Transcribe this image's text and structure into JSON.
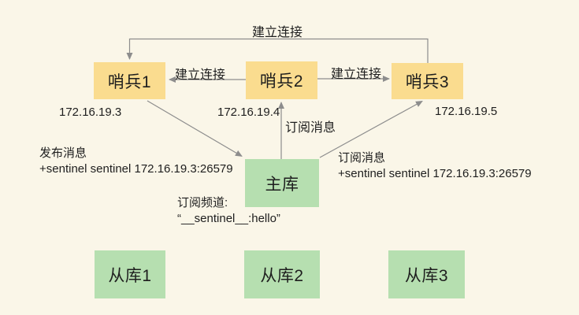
{
  "diagram": {
    "kind": "redis-sentinel-architecture",
    "colors": {
      "background": "#FAF6E8",
      "sentinel_box": "#FADC8F",
      "db_box": "#B6DFB0",
      "arrow": "#8D8D8D",
      "text": "#1E1E1E"
    },
    "nodes": {
      "sentinel1": {
        "label": "哨兵1",
        "ip": "172.16.19.3"
      },
      "sentinel2": {
        "label": "哨兵2",
        "ip": "172.16.19.4"
      },
      "sentinel3": {
        "label": "哨兵3",
        "ip": "172.16.19.5"
      },
      "master": {
        "label": "主库"
      },
      "replica1": {
        "label": "从库1"
      },
      "replica2": {
        "label": "从库2"
      },
      "replica3": {
        "label": "从库3"
      }
    },
    "edge_labels": {
      "top_connect": "建立连接",
      "s2_to_s1": "建立连接",
      "s2_to_s3": "建立连接",
      "master_to_s2": "订阅消息"
    },
    "annotations": {
      "publish_left": {
        "line1": "发布消息",
        "line2": "+sentinel sentinel 172.16.19.3:26579"
      },
      "subscribe_right": {
        "line1": "订阅消息",
        "line2": "+sentinel sentinel 172.16.19.3:26579"
      },
      "subscribe_channel": {
        "line1": "订阅频道:",
        "line2": "“__sentinel__:hello”"
      }
    }
  }
}
